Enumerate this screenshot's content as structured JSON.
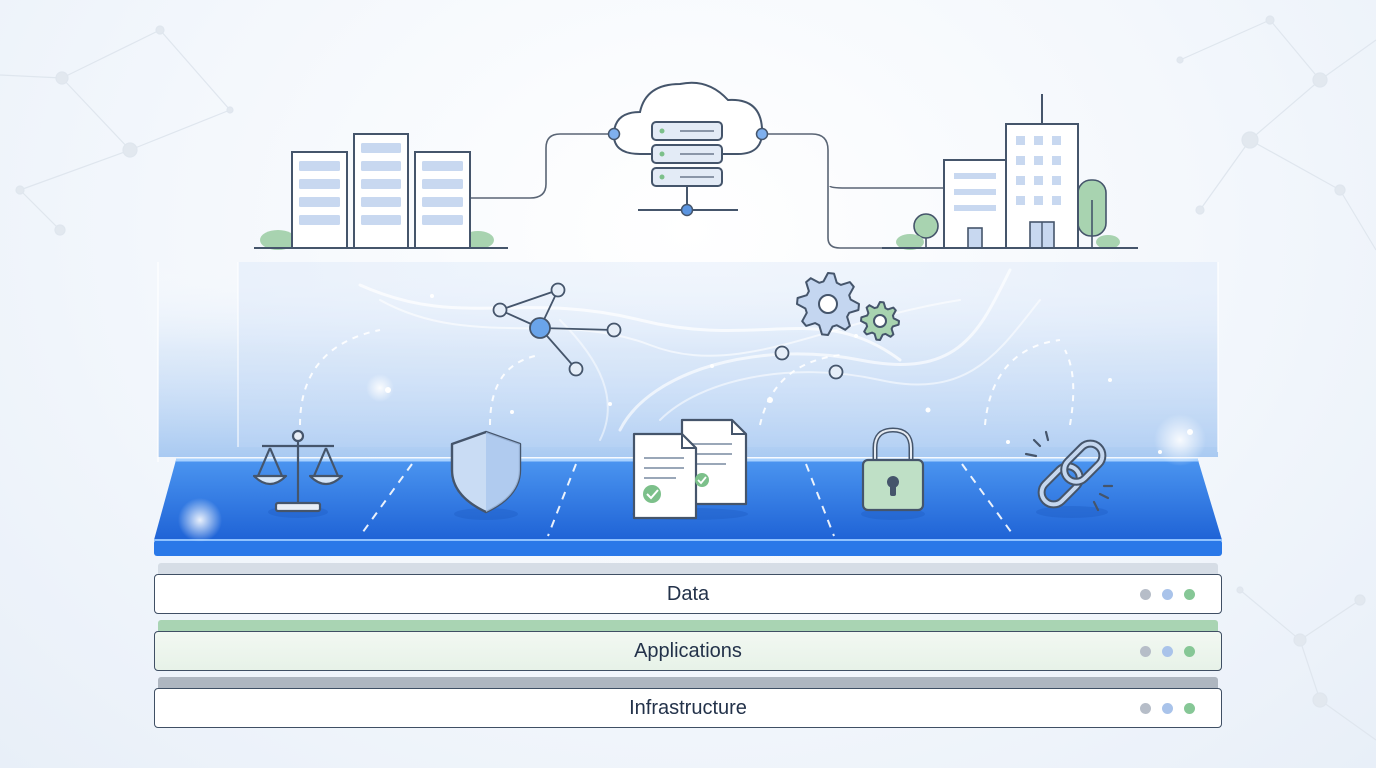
{
  "layers": [
    {
      "label": "Data"
    },
    {
      "label": "Applications"
    },
    {
      "label": "Infrastructure"
    }
  ],
  "icons": {
    "top": [
      "server-rack-icon",
      "cloud-server-icon",
      "office-building-icon"
    ],
    "middle": [
      "network-nodes-icon",
      "gears-icon"
    ],
    "platform": [
      "scales-icon",
      "shield-icon",
      "documents-check-icon",
      "padlock-icon",
      "chain-link-icon"
    ]
  },
  "colors": {
    "platform_blue": "#2f7ae5",
    "line_dark": "#4a5568",
    "accent_green": "#7cc08a",
    "dot_gray": "#b6bdc8",
    "dot_blue": "#a9c3ea",
    "dot_green": "#86c796"
  }
}
